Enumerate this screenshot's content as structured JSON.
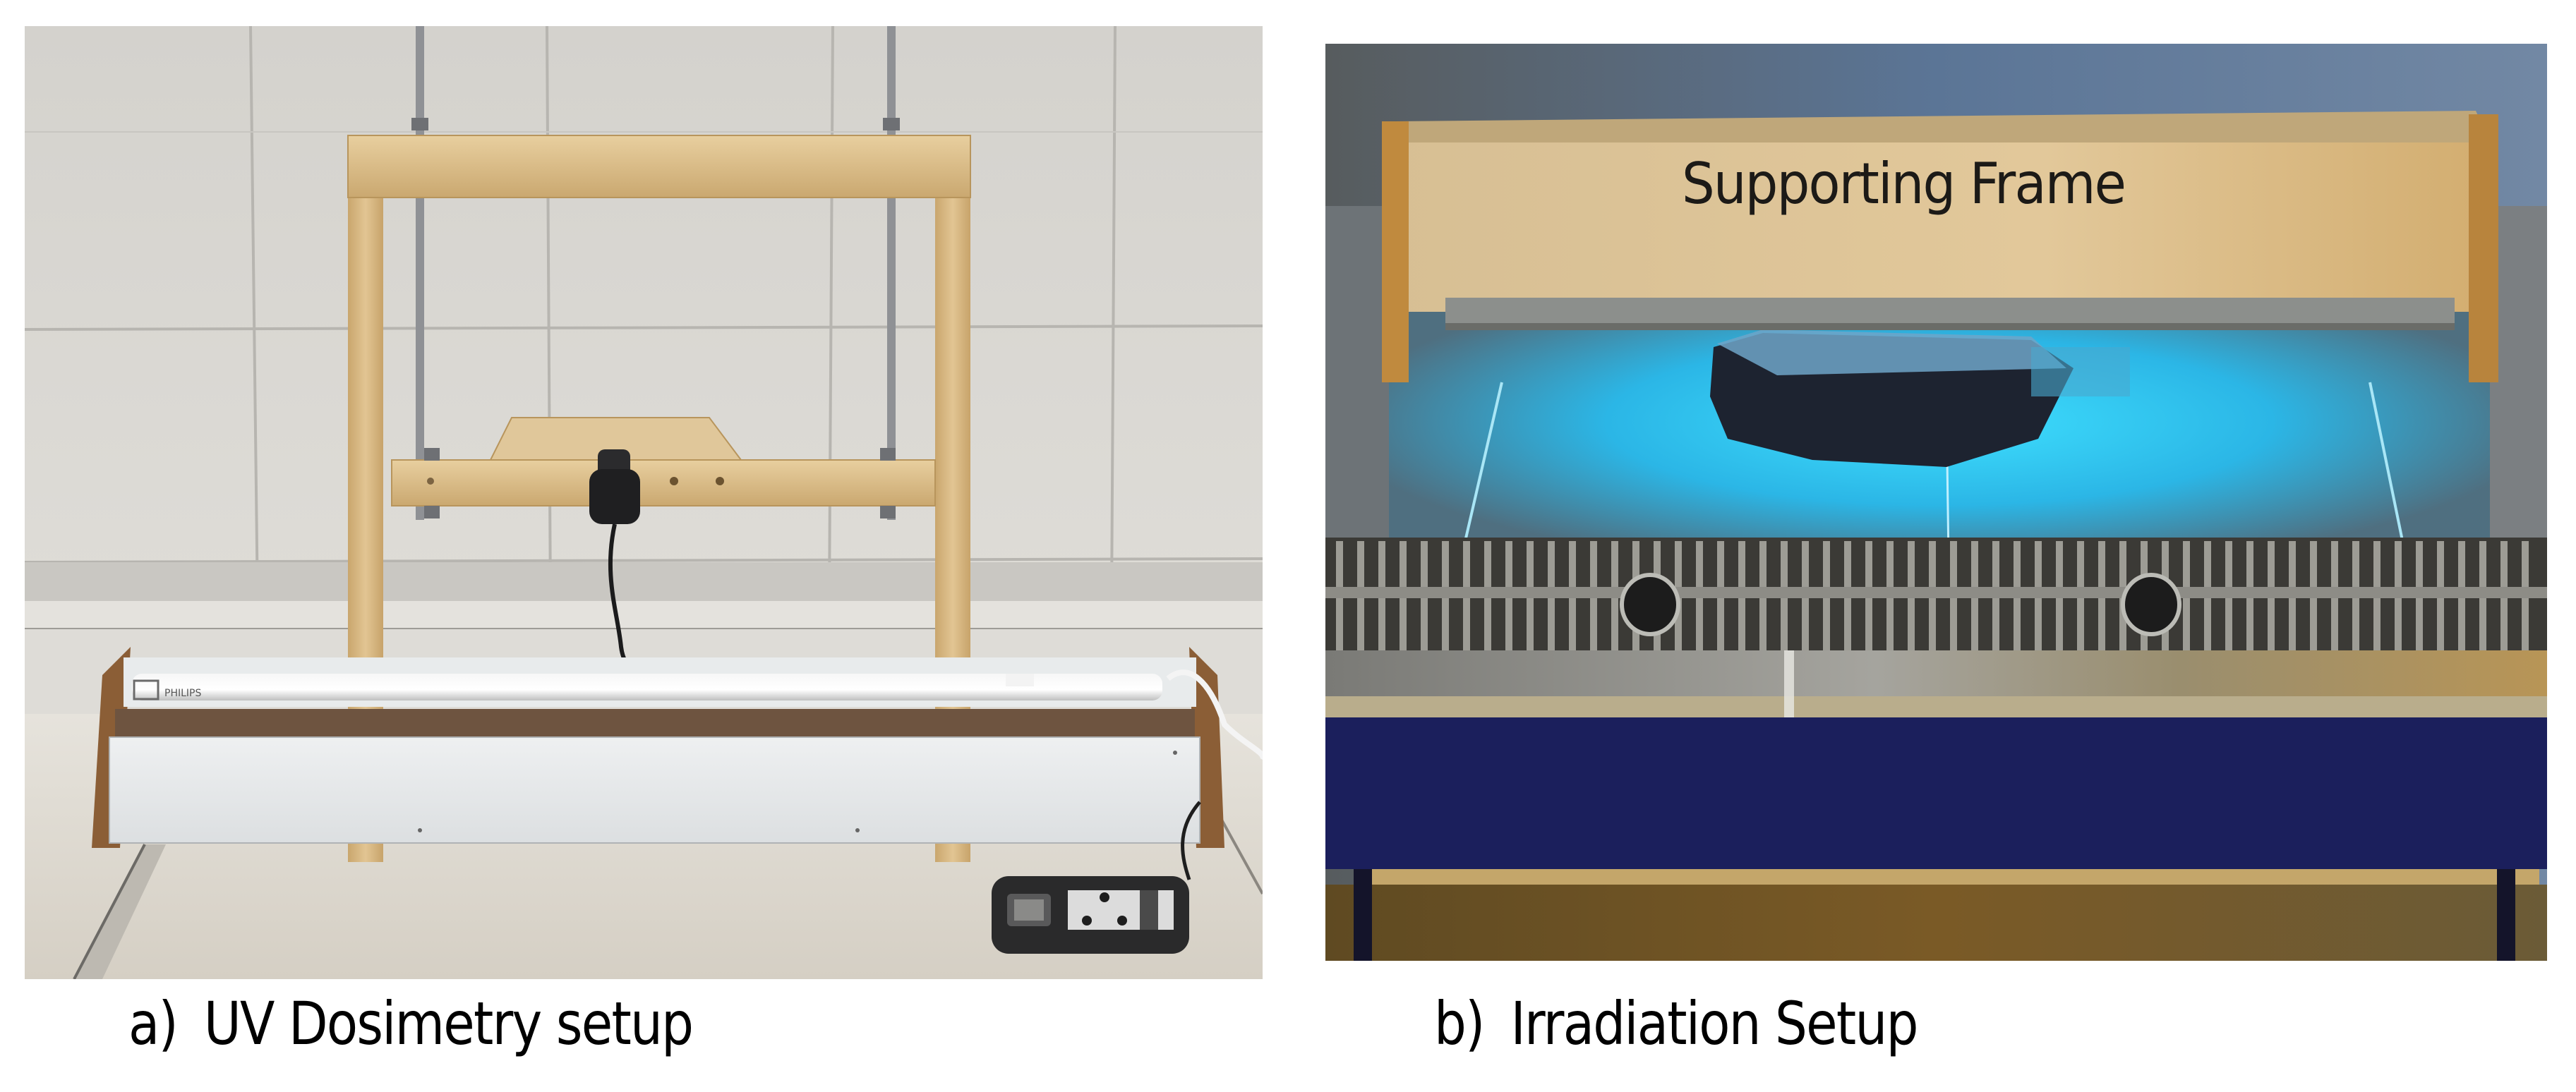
{
  "figure": {
    "panels": [
      {
        "id": "a",
        "caption_label": "a)",
        "caption_text": "UV Dosimetry setup",
        "photo_description": "Wooden stand with threaded rods holding a UV sensor probe above a Philips UV tube lamp in a white box, with a handheld UV radiometer on the bench",
        "lamp_brand_text": "PHILIPS"
      },
      {
        "id": "b",
        "caption_label": "b)",
        "caption_text": "Irradiation Setup",
        "photo_description": "Stainless steel cabinet with a wooden supporting frame housing a UV lamp irradiating a wrapped sample with blue-cyan light",
        "frame_label": "Supporting Frame"
      }
    ]
  },
  "colors": {
    "wall_tile": "#dcdad5",
    "wood": "#d8b983",
    "uv_glow": "#3fd6f5",
    "cabinet_blue": "#1c2060",
    "steel": "#8d8c86"
  }
}
